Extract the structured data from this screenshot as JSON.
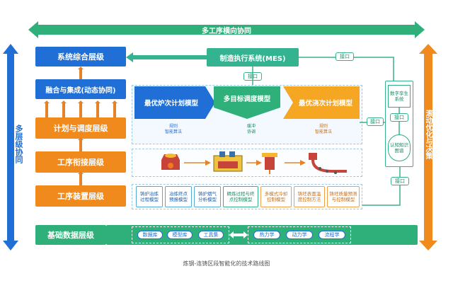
{
  "top_banner": {
    "label": "多工序横向协同"
  },
  "left_axis": {
    "label": "多层级协同"
  },
  "right_axis": {
    "label": "滚动优化与决策"
  },
  "layers": {
    "system": "系统综合层级",
    "fusion": "融合与集成(动态协同)",
    "plan": "计划与调度层级",
    "process": "工序衔接层级",
    "device": "工序装置层级",
    "base": "基础数据层级"
  },
  "mes": {
    "label": "制造执行系统(MES)"
  },
  "interfaces": {
    "i1": "接口",
    "i2": "接口",
    "i3": "接口",
    "i4": "接口",
    "i5": "接口"
  },
  "models": {
    "furnace": "最优炉次计划模型",
    "multi": "多目标调度模型",
    "cast": "最优浇次计划模型"
  },
  "algos": {
    "a1_top": "规则",
    "a1_bottom": "智能算法",
    "a2_top": "缓冲",
    "a2_bottom": "协调",
    "a3_top": "规则",
    "a3_bottom": "智能算法"
  },
  "twin": {
    "title": "数字孪生系统",
    "knowledge": "认知知识图谱"
  },
  "device_cells": [
    "铸炉冶炼过程模型",
    "冶炼终点预报模型",
    "铸炉烟气分析模型",
    "精炼过程与终点控制模型",
    "多模式冷却控制模型",
    "铸坯表面温度控制方法",
    "铸坯质量预测与控制模型"
  ],
  "base_items": [
    "数据库",
    "模型库",
    "工具集",
    "热力学",
    "动力学",
    "流程学"
  ],
  "caption": "炼钢-连铸区段智能化的技术路线图",
  "colors": {
    "blue": "#1f6fd6",
    "orange": "#f08a1c",
    "green": "#2fb07a"
  }
}
